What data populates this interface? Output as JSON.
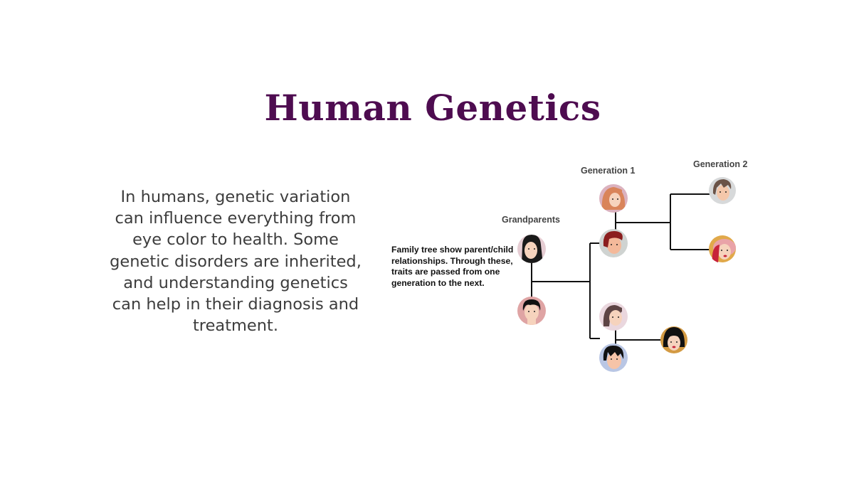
{
  "slide": {
    "title": "Human Genetics",
    "body": "In humans, genetic variation can influence everything from eye color to health. Some genetic disorders are inherited, and understanding genetics can help in their diagnosis and treatment."
  },
  "family_tree": {
    "caption": "Family tree show parent/child relationships. Through these, traits are passed from one generation to the next.",
    "labels": {
      "grandparents": "Grandparents",
      "generation1": "Generation 1",
      "generation2": "Generation 2"
    },
    "members": [
      {
        "id": "grandmother",
        "generation": "Grandparents",
        "bg": "#e6cdd3",
        "hair": "#1a1a1a",
        "skin": "#f6d3bd"
      },
      {
        "id": "grandfather",
        "generation": "Grandparents",
        "bg": "#dfa4a4",
        "hair": "#111111",
        "skin": "#f6d3bd"
      },
      {
        "id": "gen1-woman-a",
        "generation": "Generation 1",
        "bg": "#dbb2bf",
        "hair": "#d9845a",
        "skin": "#f6d3bd"
      },
      {
        "id": "gen1-man-a",
        "generation": "Generation 1",
        "bg": "#cfd3d1",
        "hair": "#8b1e1e",
        "skin": "#f4b99a"
      },
      {
        "id": "gen1-woman-b",
        "generation": "Generation 1",
        "bg": "#ead7de",
        "hair": "#5d4444",
        "skin": "#f6d3bd"
      },
      {
        "id": "gen1-man-b",
        "generation": "Generation 1",
        "bg": "#b9c6e4",
        "hair": "#111111",
        "skin": "#f6c4a8"
      },
      {
        "id": "gen2-boy",
        "generation": "Generation 2",
        "bg": "#d7d9da",
        "hair": "#6b5347",
        "skin": "#f4c7aa"
      },
      {
        "id": "gen2-girl",
        "generation": "Generation 2",
        "bg": "#e1a94a",
        "hair": "#c7223a",
        "skin": "#f6d3bd"
      },
      {
        "id": "gen2-girl-b",
        "generation": "Generation 2",
        "bg": "#d39a43",
        "hair": "#111111",
        "skin": "#f6d3bd"
      }
    ]
  },
  "colors": {
    "title": "#4e0c50",
    "body_text": "#3d3d3d",
    "tree_lines": "#111111"
  }
}
